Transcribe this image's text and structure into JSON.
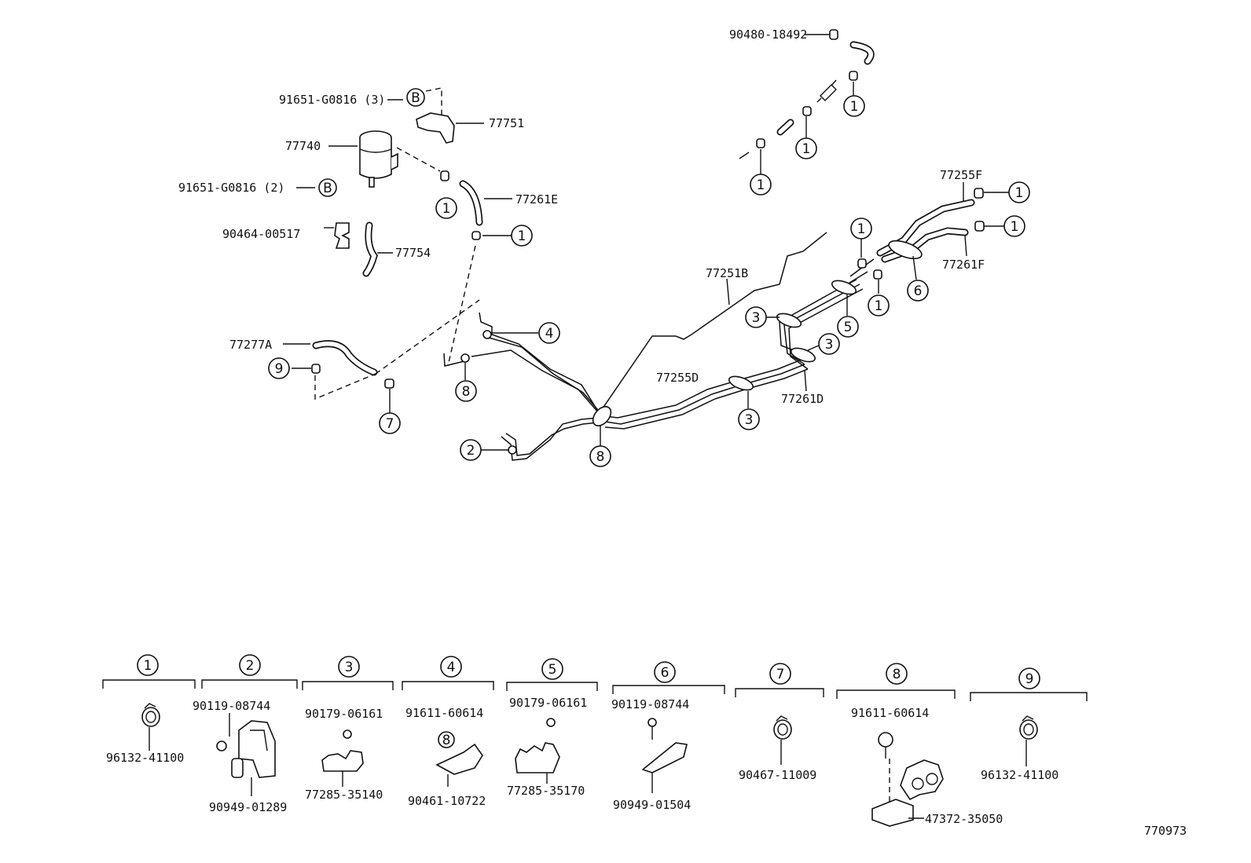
{
  "labels": {
    "p90480": "90480-18492",
    "p91651_3": "91651-G0816 (3)",
    "p77751": "77751",
    "p77740": "77740",
    "p91651_2": "91651-G0816 (2)",
    "p77261E": "77261E",
    "p90464": "90464-00517",
    "p77754": "77754",
    "p77255F": "77255F",
    "p77261F": "77261F",
    "p77251B": "77251B",
    "p77277A": "77277A",
    "p77255D": "77255D",
    "p77261D": "77261D",
    "b_letter": "B"
  },
  "callouts": {
    "c1": "1",
    "c2": "2",
    "c3": "3",
    "c4": "4",
    "c5": "5",
    "c6": "6",
    "c7": "7",
    "c8": "8",
    "c9": "9"
  },
  "legend": {
    "g1": {
      "num": "1",
      "parts": [
        "96132-41100"
      ]
    },
    "g2": {
      "num": "2",
      "parts": [
        "90119-08744",
        "90949-01289"
      ]
    },
    "g3": {
      "num": "3",
      "parts": [
        "90179-06161",
        "77285-35140"
      ]
    },
    "g4": {
      "num": "4",
      "parts": [
        "91611-60614",
        "90461-10722"
      ]
    },
    "g5": {
      "num": "5",
      "parts": [
        "90179-06161",
        "77285-35170"
      ]
    },
    "g6": {
      "num": "6",
      "parts": [
        "90119-08744",
        "90949-01504"
      ]
    },
    "g7": {
      "num": "7",
      "parts": [
        "90467-11009"
      ]
    },
    "g8": {
      "num": "8",
      "parts": [
        "91611-60614",
        "47372-35050"
      ]
    },
    "g9": {
      "num": "9",
      "parts": [
        "96132-41100"
      ]
    }
  },
  "diagram_id": "770973"
}
